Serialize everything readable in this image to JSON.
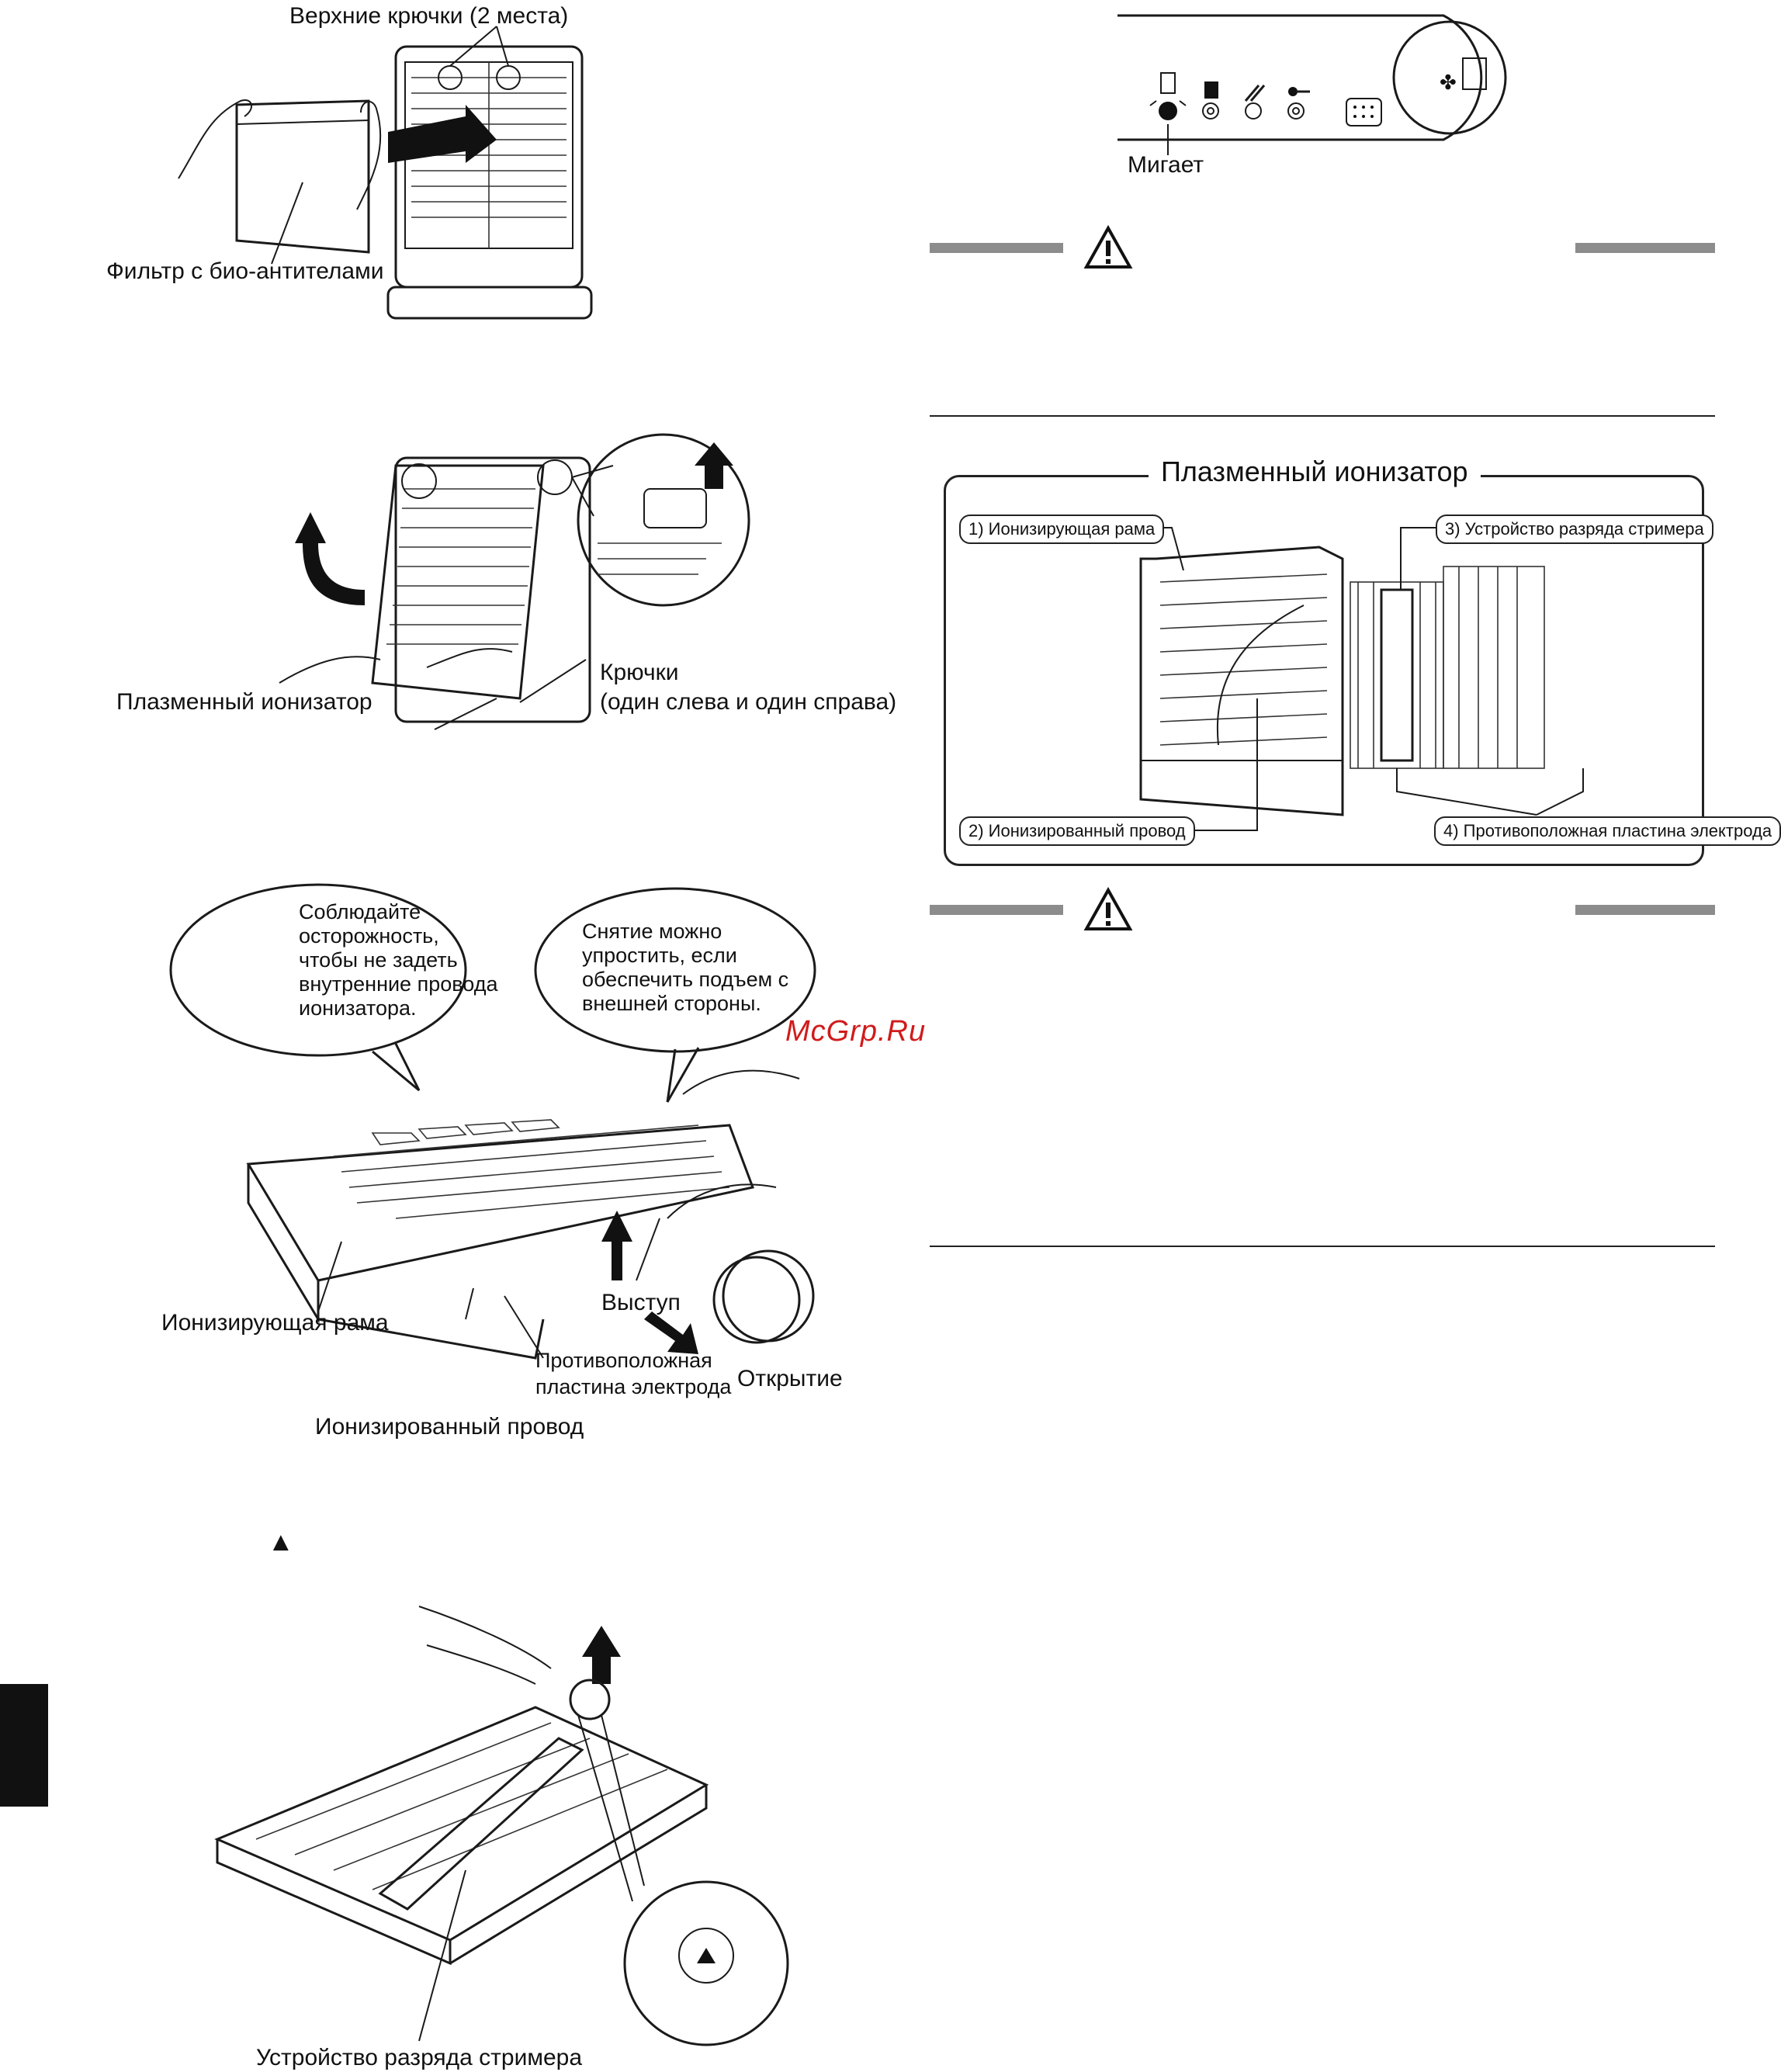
{
  "figure1": {
    "label_top_hooks": "Верхние крючки (2 места)",
    "label_filter": "Фильтр с био-антителами"
  },
  "figure2": {
    "label_ionizer": "Плазменный ионизатор",
    "label_hooks": "Крючки",
    "label_hooks_note": "(один слева и один справа)"
  },
  "figure3": {
    "bubble_left": "Соблюдайте\nосторожность,\nчтобы не задеть\nвнутренние провода\nионизатора.",
    "bubble_right": "Снятие можно\nупростить, если\nобеспечить подъем с\nвнешней стороны.",
    "label_frame": "Ионизирующая рама",
    "label_tab": "Выступ",
    "label_counter_plate_1": "Противоположная",
    "label_counter_plate_2": "пластина электрода",
    "label_opening": "Открытие",
    "label_wire": "Ионизированный провод"
  },
  "figure4": {
    "marker_symbol": "▲",
    "label_streamer": "Устройство разряда стримера"
  },
  "panel": {
    "label_blinks": "Мигает"
  },
  "warning_icon": "warning-triangle-icon",
  "ionizer_box": {
    "title": "Плазменный ионизатор",
    "part1": "1) Ионизирующая рама",
    "part2": "2) Ионизированный провод",
    "part3": "3) Устройство разряда стримера",
    "part4": "4) Противоположная пластина электрода"
  },
  "watermark": "McGrp.Ru",
  "colors": {
    "bar": "#8c8c8c",
    "watermark": "#d01b1b",
    "tab": "#111111"
  }
}
